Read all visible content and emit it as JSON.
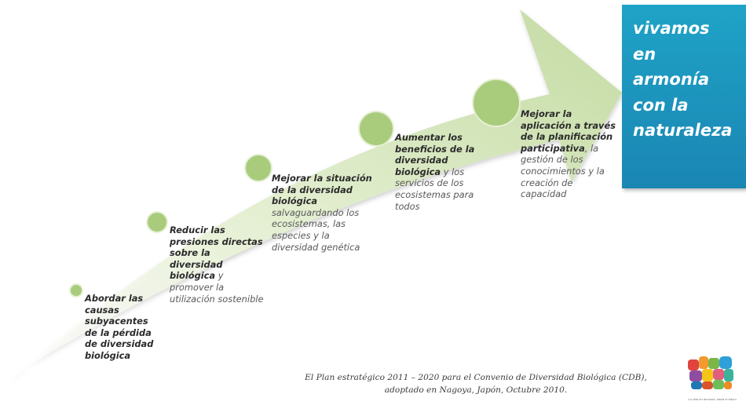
{
  "steps": [
    {
      "bold": "Abordar las causas subyacentes de la pérdida de diversidad biológica",
      "rest": ""
    },
    {
      "bold": "Reducir las presiones directas sobre la diversidad biológica",
      "rest": " y promover la utilización sostenible"
    },
    {
      "bold": "Mejorar la situación de la diversidad biológica",
      "rest": " salvaguardando los ecosistemas, las especies y la diversidad genética"
    },
    {
      "bold": "Aumentar los beneficios de la diversidad biológica",
      "rest": " y los servicios de los ecosistemas para todos"
    },
    {
      "bold": "Mejorar la aplicación a través de la planificación participativa",
      "rest": ", la gestión de los conocimientos y la creación de capacidad"
    }
  ],
  "goal": {
    "text": "vivamos\nen\narmonía\ncon la\nnaturaleza"
  },
  "caption": {
    "line1": "El Plan estratégico  2011 – 2020 para el Convenio de Diversidad Biológica (CDB),",
    "line2": "adoptado en Nagoya, Japón, Octubre 2010."
  },
  "logo": {
    "caption": "La vida en armonía, hacia el futuro"
  },
  "colors": {
    "arrow_light": "#eef5df",
    "arrow_dark": "#c7dda8",
    "circle": "#a8cc7c",
    "goal_box": "#1d93bf"
  }
}
